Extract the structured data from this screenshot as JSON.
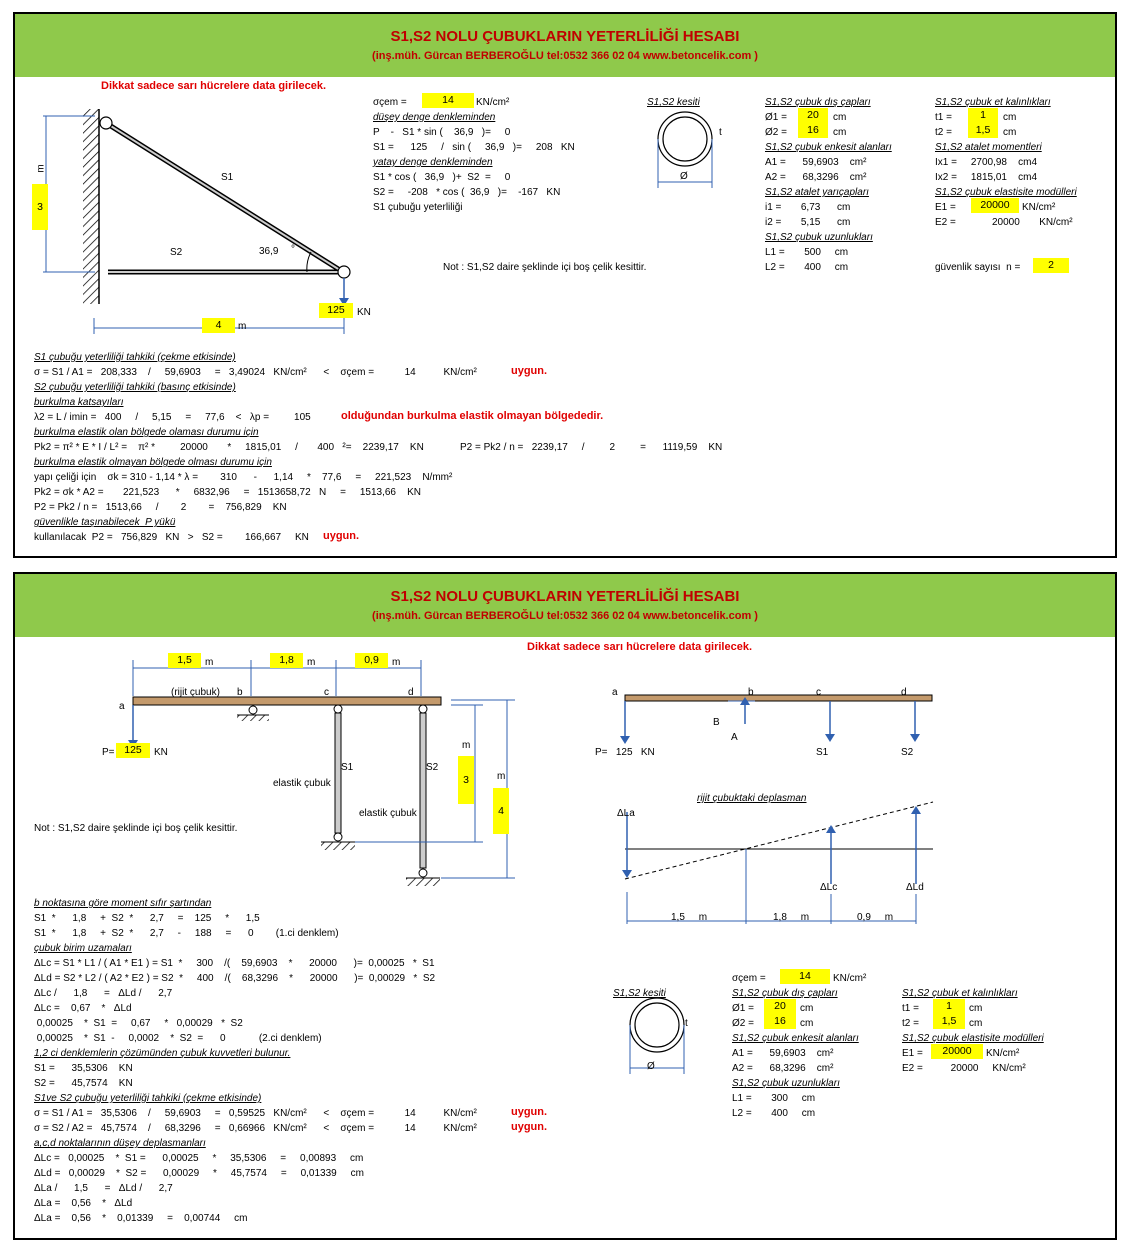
{
  "header": {
    "title": "S1,S2 NOLU ÇUBUKLARIN YETERLİLİĞİ HESABI",
    "subtitle": "(inş.müh. Gürcan BERBEROĞLU tel:0532 366 02 04   www.betoncelik.com )"
  },
  "note": "Dikkat sadece sarı hücrelere data girilecek.",
  "p1": {
    "dia": {
      "s1": "S1",
      "s2": "S2",
      "ang": "36,9",
      "deg": "°",
      "m": "m",
      "h": "3",
      "w": "4",
      "m2": "m",
      "load": "125",
      "kn": "KN"
    },
    "eq": [
      "σçem =",
      "düşey denge denkleminden",
      "P    -   S1 * sin (    36,9   )=     0",
      "S1 =      125     /   sin (     36,9   )=     208   KN",
      "yatay denge denkleminden",
      "S1 * cos (   36,9   )+  S2  =     0",
      "S2 =     -208   * cos (  36,9   )=    -167   KN",
      "S1 çubuğu yeterliliği"
    ],
    "scem": "14",
    "scem_unit": "KN/cm²",
    "sec_title": "S1,S2 kesiti",
    "sec_t": "t",
    "sec_o": "Ø",
    "mid_note": "Not : S1,S2 daire şeklinde içi boş çelik kesittir.",
    "c1": [
      "S1,S2 çubuk dış çapları",
      "Ø1 =",
      "Ø2 =",
      "S1,S2 çubuk enkesit alanları",
      "A1 =      59,6903    cm²",
      "A2 =      68,3296    cm²",
      "S1,S2 atalet yarıçapları",
      "i1 =       6,73      cm",
      "i2 =       5,15      cm",
      "S1,S2 çubuk uzunlukları",
      "L1 =       500     cm",
      "L2 =       400     cm"
    ],
    "d1": "20",
    "d2": "16",
    "cm": "cm",
    "c2": [
      "S1,S2 çubuk et kalınlıkları",
      "t1 =",
      "t2 =",
      "S1,S2 atalet momentleri",
      "Ix1 =     2700,98    cm4",
      "Ix2 =     1815,01    cm4",
      "S1,S2 çubuk elastisite modülleri",
      "E1 =",
      "E2 =             20000       KN/cm²",
      "güvenlik sayısı  n ="
    ],
    "t1": "1",
    "t2": "1,5",
    "e1": "20000",
    "e_unit": "KN/cm²",
    "n": "2",
    "bottom": [
      "S1 çubuğu yeterliliği tahkiki (çekme etkisinde)",
      "σ = S1 / A1 =   208,333    /     59,6903     =   3,49024   KN/cm²      <    σçem =           14          KN/cm²",
      "S2 çubuğu yeterliliği tahkiki (basınç etkisinde)",
      "burkulma katsayıları",
      "λ2 = L / imin =   400     /     5,15     =     77,6    <   λp =         105",
      "burkulma elastik olan bölgede olaması durumu için",
      "Pk2 = π² * E * I / L² =    π² *         20000       *     1815,01     /       400   ²=    2239,17    KN",
      "burkulma elastik olmayan bölgede olması durumu için",
      "yapı çeliği için    σk = 310 - 1,14 * λ =        310      -      1,14     *    77,6     =     221,523    N/mm²",
      "Pk2 = σk * A2 =       221,523      *     6832,96     =   1513658,72   N     =     1513,66    KN",
      "P2 = Pk2 / n =   1513,66     /        2        =    756,829    KN",
      "güvenlikle taşınabilecek  P yükü",
      "kullanılacak  P2 =   756,829   KN   >   S2 =        166,667     KN"
    ],
    "ok1": "uygun.",
    "burk": "olduğundan burkulma elastik olmayan bölgededir.",
    "p2pk": "P2 = Pk2 / n =   2239,17     /         2         =      1119,59    KN",
    "ok2": "uygun."
  },
  "p2": {
    "dims": [
      "1,5",
      "1,8",
      "0,9"
    ],
    "m": "m",
    "labels": {
      "rigid": "(rijit çubuk)",
      "a": "a",
      "b": "b",
      "c": "c",
      "d": "d",
      "p": "P=",
      "load": "125",
      "kn": "KN",
      "s1": "S1",
      "s2": "S2",
      "el1": "elastik çubuk",
      "el2": "elastik çubuk",
      "h1": "3",
      "h2": "4"
    },
    "note": "Not : S1,S2 daire şeklinde içi boş çelik kesittir.",
    "fbd": {
      "a": "a",
      "b": "b",
      "c": "c",
      "d": "d",
      "B": "B",
      "A": "A",
      "p": "P=   125   KN",
      "s1": "S1",
      "s2": "S2"
    },
    "def": {
      "title": "rijit çubuktaki deplasman",
      "la": "ΔLa",
      "lc": "ΔLc",
      "ld": "ΔLd",
      "d1": "1,5     m",
      "d2": "1,8     m",
      "d3": "0,9     m"
    },
    "scem": "14",
    "scem_unit": "KN/cm²",
    "eqs": [
      "b noktasına göre moment sıfır şartından",
      "S1  *      1,8     +  S2  *      2,7     =    125     *      1,5",
      "S1  *      1,8     +  S2  *      2,7     -     188     =      0        (1.ci denklem)",
      "çubuk birim uzamaları",
      "ΔLc = S1 * L1 / ( A1 * E1 ) = S1  *     300    /(    59,6903    *      20000      )=  0,00025   *  S1",
      "ΔLd = S2 * L2 / ( A2 * E2 ) = S2  *     400    /(    68,3296    *      20000      )=  0,00029   *  S2",
      "ΔLc /      1,8      =   ΔLd /      2,7",
      "ΔLc =    0,67    *   ΔLd",
      " 0,00025    *  S1  =     0,67     *   0,00029   *  S2",
      " 0,00025    *  S1  -     0,0002    *  S2  =      0            (2.ci denklem)",
      "1,2 ci denklemlerin çözümünden çubuk kuvvetleri bulunur.",
      "S1 =      35,5306    KN",
      "S2 =      45,7574    KN",
      "S1ve S2 çubuğu yeterliliği tahkiki (çekme etkisinde)",
      "σ = S1 / A1 =   35,5306    /     59,6903     =   0,59525   KN/cm²      <    σçem =           14          KN/cm²",
      "σ = S2 / A2 =   45,7574    /     68,3296     =   0,66966   KN/cm²      <    σçem =           14          KN/cm²",
      "a,c,d noktalarının düşey deplasmanları",
      "ΔLc =   0,00025    *  S1 =      0,00025     *     35,5306     =     0,00893     cm",
      "ΔLd =   0,00029    *  S2 =      0,00029     *     45,7574     =     0,01339     cm",
      "ΔLa /      1,5      =   ΔLd /      2,7",
      "ΔLa =    0,56    *   ΔLd",
      "ΔLa =    0,56    *    0,01339     =    0,00744     cm"
    ],
    "ok": "uygun.",
    "c1": [
      "S1,S2 çubuk dış çapları",
      "Ø1 =",
      "Ø2 =",
      "S1,S2 çubuk enkesit alanları",
      "A1 =      59,6903    cm²",
      "A2 =      68,3296    cm²",
      "S1,S2 çubuk uzunlukları",
      "L1 =       300     cm",
      "L2 =       400     cm"
    ],
    "c2": [
      "S1,S2 çubuk et kalınlıkları",
      "t1 =",
      "t2 =",
      "S1,S2 çubuk elastisite modülleri",
      "E1 =",
      "E2 =          20000     KN/cm²"
    ],
    "d1": "20",
    "d2": "16",
    "t1": "1",
    "t2": "1,5",
    "e1": "20000",
    "cm": "cm",
    "e_unit": "KN/cm²"
  }
}
